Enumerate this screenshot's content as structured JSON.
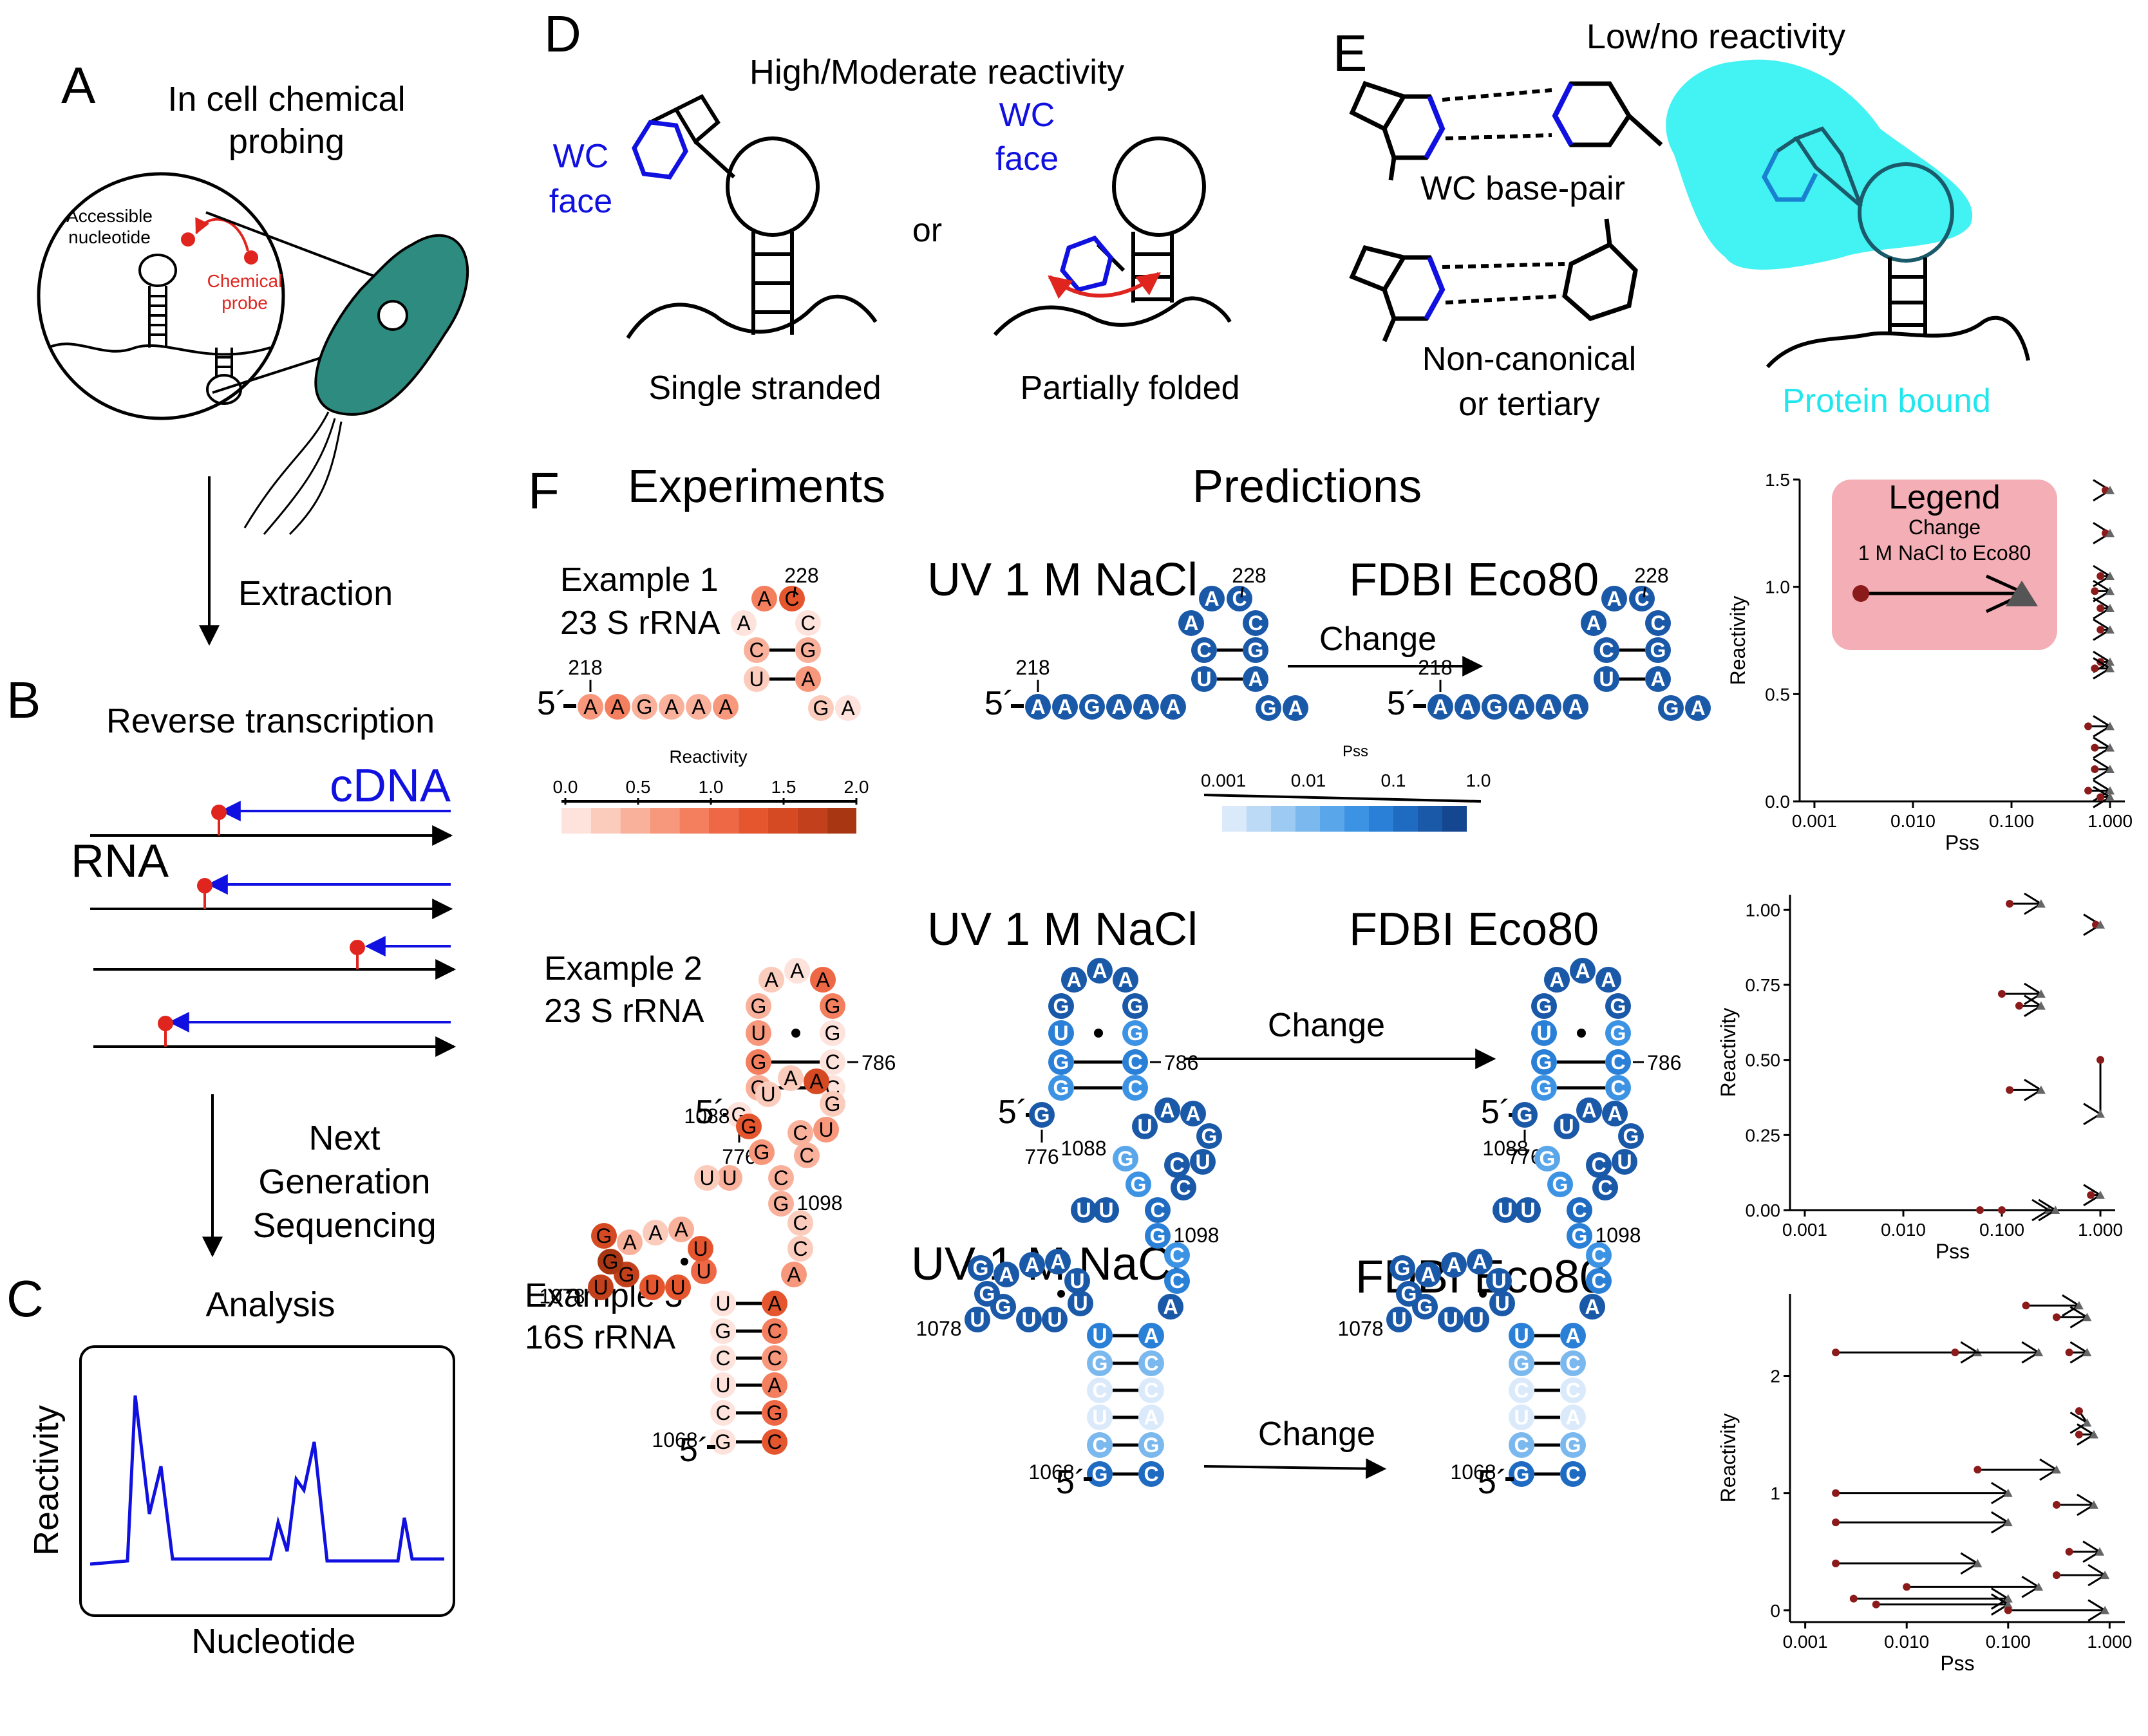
{
  "panels": {
    "a": {
      "letter": "A",
      "title_line1": "In cell chemical",
      "title_line2": "probing",
      "accessible_line1": "Accessible",
      "accessible_line2": "nucleotide",
      "probe_line1": "Chemical",
      "probe_line2": "probe",
      "arrow_label": "Extraction"
    },
    "b": {
      "letter": "B",
      "title": "Reverse transcription",
      "cdna": "cDNA",
      "rna": "RNA",
      "arrow_label_line1": "Next",
      "arrow_label_line2": "Generation",
      "arrow_label_line3": "Sequencing"
    },
    "c": {
      "letter": "C",
      "title": "Analysis",
      "ylabel": "Reactivity",
      "xlabel": "Nucleotide"
    },
    "d": {
      "letter": "D",
      "title": "High/Moderate reactivity",
      "wc_line1": "WC",
      "wc_line2": "face",
      "or": "or",
      "single": "Single stranded",
      "partial": "Partially folded"
    },
    "e": {
      "letter": "E",
      "title": "Low/no reactivity",
      "wc_pair": "WC base-pair",
      "noncanon_line1": "Non-canonical",
      "noncanon_line2": "or tertiary",
      "protein": "Protein bound"
    },
    "f": {
      "letter": "F",
      "experiments": "Experiments",
      "predictions": "Predictions"
    }
  },
  "examples": [
    {
      "label_line1": "Example 1",
      "label_line2": "23 S rRNA",
      "uv": "UV 1 M NaCl",
      "fdbi": "FDBI Eco80",
      "change": "Change",
      "idx_a": "218",
      "idx_b": "228",
      "five": "5´"
    },
    {
      "label_line1": "Example 2",
      "label_line2": "23 S rRNA",
      "uv": "UV 1 M NaCl",
      "fdbi": "FDBI Eco80",
      "change": "Change",
      "idx_a": "776",
      "idx_b": "786",
      "five": "5´"
    },
    {
      "label_line1": "Example 3",
      "label_line2": "16S rRNA",
      "uv": "UV 1 M NaCl",
      "fdbi": "FDBI Eco80",
      "change": "Change",
      "idx_a": "1068",
      "idx_b": "1078",
      "idx_c": "1088",
      "idx_d": "1098",
      "five": "5´"
    }
  ],
  "reactivity_scale": {
    "title": "Reactivity",
    "ticks": [
      "0.0",
      "0.5",
      "1.0",
      "1.5",
      "2.0"
    ],
    "colors": [
      "#fde3dc",
      "#fbcbbc",
      "#f9b19c",
      "#f7977c",
      "#f47f5f",
      "#ef6845",
      "#e5562f",
      "#d64a23",
      "#c3401c",
      "#a83612"
    ]
  },
  "pss_scale": {
    "title": "Pss",
    "ticks": [
      "0.001",
      "0.01",
      "0.1",
      "1.0"
    ],
    "colors": [
      "#dbeafb",
      "#bcd9f6",
      "#9ccaf2",
      "#7ab8ee",
      "#5aa6ea",
      "#3c93e4",
      "#2a7fd6",
      "#1f6bc1",
      "#1a58a8",
      "#154790"
    ]
  },
  "legend": {
    "title": "Legend",
    "line1": "Change",
    "line2": "1 M NaCl to Eco80"
  },
  "sequences": {
    "ex1_tail": [
      "A",
      "A",
      "G",
      "A",
      "A",
      "A"
    ],
    "ex1_hp": [
      "C",
      "U",
      "A",
      "C",
      "C",
      "A",
      "G",
      "A"
    ],
    "ex2": [
      "G",
      "G",
      "U",
      "G",
      "A",
      "A",
      "A",
      "G",
      "G",
      "C",
      "C"
    ],
    "ex3_loop": [
      "U",
      "A",
      "A",
      "G",
      "U",
      "C",
      "C"
    ]
  },
  "chart_data": [
    {
      "type": "scatter",
      "xlabel": "Pss",
      "ylabel": "Reactivity",
      "xscale": "log",
      "xticks": [
        "0.001",
        "0.010",
        "0.100",
        "1.000"
      ],
      "yticks": [
        "0.0",
        "0.5",
        "1.0",
        "1.5"
      ],
      "ylim": [
        0,
        1.5
      ],
      "series": [
        {
          "values": [
            [
              0.9,
              1.45
            ],
            [
              1.0,
              1.45
            ],
            [
              0.9,
              1.25
            ],
            [
              1.0,
              1.25
            ],
            [
              0.8,
              1.05
            ],
            [
              1.0,
              1.05
            ],
            [
              0.7,
              0.98
            ],
            [
              1.0,
              0.98
            ],
            [
              0.8,
              0.9
            ],
            [
              1.0,
              0.9
            ],
            [
              0.8,
              0.8
            ],
            [
              1.0,
              0.8
            ],
            [
              0.8,
              0.65
            ],
            [
              1.0,
              0.65
            ],
            [
              0.7,
              0.62
            ],
            [
              1.0,
              0.62
            ],
            [
              0.6,
              0.35
            ],
            [
              1.0,
              0.35
            ],
            [
              0.7,
              0.25
            ],
            [
              1.0,
              0.25
            ],
            [
              0.7,
              0.15
            ],
            [
              1.0,
              0.15
            ],
            [
              0.6,
              0.05
            ],
            [
              1.0,
              0.05
            ],
            [
              0.8,
              0.02
            ],
            [
              1.0,
              0.02
            ]
          ]
        }
      ]
    },
    {
      "type": "scatter",
      "xlabel": "Pss",
      "ylabel": "Reactivity",
      "xscale": "log",
      "xticks": [
        "0.001",
        "0.010",
        "0.100",
        "1.000"
      ],
      "yticks": [
        "0.00",
        "0.25",
        "0.50",
        "0.75",
        "1.00"
      ],
      "ylim": [
        0,
        1.05
      ],
      "series": [
        {
          "values": [
            [
              0.12,
              1.02
            ],
            [
              0.25,
              1.02
            ],
            [
              0.9,
              0.95
            ],
            [
              1.0,
              0.95
            ],
            [
              0.1,
              0.72
            ],
            [
              0.25,
              0.72
            ],
            [
              0.15,
              0.68
            ],
            [
              0.25,
              0.68
            ],
            [
              0.12,
              0.4
            ],
            [
              0.25,
              0.4
            ],
            [
              1.0,
              0.5
            ],
            [
              1.0,
              0.32
            ],
            [
              0.06,
              0.0
            ],
            [
              0.3,
              0.0
            ],
            [
              0.1,
              0.0
            ],
            [
              0.35,
              0.0
            ],
            [
              0.8,
              0.05
            ],
            [
              1.0,
              0.05
            ]
          ]
        }
      ]
    },
    {
      "type": "scatter",
      "xlabel": "Pss",
      "ylabel": "Reactivity",
      "xscale": "log",
      "xticks": [
        "0.001",
        "0.010",
        "0.100",
        "1.000"
      ],
      "yticks": [
        "0",
        "1",
        "2"
      ],
      "ylim": [
        -0.1,
        2.7
      ],
      "series": [
        {
          "values": [
            [
              0.15,
              2.6
            ],
            [
              0.5,
              2.6
            ],
            [
              0.3,
              2.5
            ],
            [
              0.6,
              2.5
            ],
            [
              0.002,
              2.2
            ],
            [
              0.05,
              2.2
            ],
            [
              0.03,
              2.2
            ],
            [
              0.2,
              2.2
            ],
            [
              0.4,
              2.2
            ],
            [
              0.6,
              2.2
            ],
            [
              0.5,
              1.5
            ],
            [
              0.7,
              1.5
            ],
            [
              0.5,
              1.7
            ],
            [
              0.6,
              1.6
            ],
            [
              0.002,
              1.0
            ],
            [
              0.1,
              1.0
            ],
            [
              0.05,
              1.2
            ],
            [
              0.3,
              1.2
            ],
            [
              0.002,
              0.75
            ],
            [
              0.1,
              0.75
            ],
            [
              0.3,
              0.9
            ],
            [
              0.7,
              0.9
            ],
            [
              0.002,
              0.4
            ],
            [
              0.05,
              0.4
            ],
            [
              0.003,
              0.1
            ],
            [
              0.1,
              0.1
            ],
            [
              0.005,
              0.05
            ],
            [
              0.1,
              0.05
            ],
            [
              0.01,
              0.2
            ],
            [
              0.2,
              0.2
            ],
            [
              0.4,
              0.5
            ],
            [
              0.8,
              0.5
            ],
            [
              0.1,
              0.0
            ],
            [
              0.9,
              0.0
            ],
            [
              0.3,
              0.3
            ],
            [
              0.9,
              0.3
            ]
          ]
        }
      ]
    }
  ]
}
